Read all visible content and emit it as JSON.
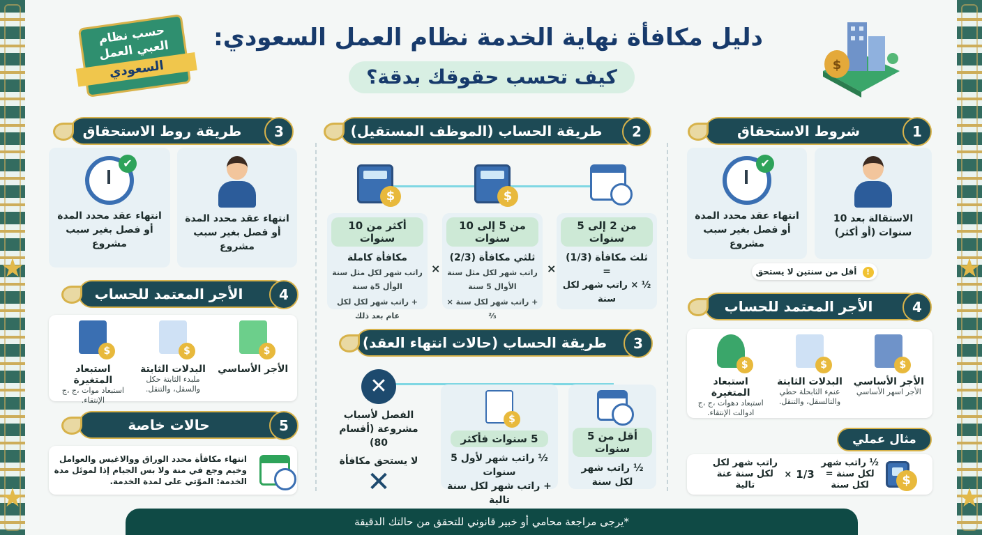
{
  "header": {
    "title": "دليل مكافأة نهاية الخدمة نظام العمل السعودي:",
    "subtitle": "كيف تحسب حقوقك بدقة؟",
    "ribbon_line1": "حسب نظام",
    "ribbon_line2": "العبي العمل",
    "ribbon_line3": "السعودي"
  },
  "section1": {
    "num": "1",
    "title": "شروط الاستحقاق",
    "card_right": "الاستقالة بعد 10 سنوات (أو أكثر)",
    "card_left": "انتهاء عقد محدد المدة أو فصل بغير سبب مشروع",
    "warning": "أقل من سنتين لا يستحق"
  },
  "section4_right": {
    "num": "4",
    "title": "الأجر المعتمد للحساب",
    "items": [
      {
        "label": "الأجر الأساسي",
        "desc": "الأجر اسهر الأساسي"
      },
      {
        "label": "البدلات الثابتة",
        "desc": "عنمء الثابحلة حطي والتالسقل، والتنقل."
      },
      {
        "label": "استبعاد المتغيرة",
        "desc": "استبعاد دهوات ،ج ،ج ادوالت الإنتقاء."
      }
    ]
  },
  "example": {
    "title": "مثال عملي",
    "text_right": "½ راتب شهر لكل سنة =",
    "frac": "1/3",
    "times": "×",
    "text_left": "راتب شهر لكل لكل سنة عنة تالية",
    "tail": "لكل سنة"
  },
  "section2": {
    "num": "2",
    "title": "طريقة الحساب (الموظف المستقيل)",
    "cols": [
      {
        "head": "من 2 إلى 5 سنوات",
        "line1": "ثلث مكافأة (1/3)",
        "line2": "=",
        "line3": "½ × راتب شهر لكل سنة"
      },
      {
        "head": "من 5 إلى 10 سنوات",
        "line1": "ثلثي مكافأة (2/3)",
        "line2": "راتب شهر لكل مثل سنة الأوال 5 سنة",
        "line3": "+ راتب شهر لكل سنة × ⅔"
      },
      {
        "head": "أكثر من 10 سنوات",
        "line1": "مكافأة كاملة",
        "line2": "راتب شهر لكل مثل سنة الوأل 5ة سنة",
        "line3": "+ راتب شهر لكل لكل عام بعد ذلك"
      }
    ],
    "times": "×"
  },
  "section3_mid": {
    "num": "3",
    "title": "طريقة الحساب (حالات انتهاء العقد)",
    "cols": [
      {
        "head": "أقل من 5 سنوات",
        "line1": "½ راتب شهر لكل سنة"
      },
      {
        "head": "5 سنوات فأكثر",
        "line1": "½ راتب شهر لأول 5 سنوات",
        "line2": "+ راتب شهر لكل سنة تالية"
      },
      {
        "head": "الفصل لأسباب مشروعة (أقسام 80)",
        "line1": "لا يستحق مكافأة"
      }
    ]
  },
  "section3_left": {
    "num": "3",
    "title": "طريقة روط الاستحقاق",
    "card_right": "انتهاء عقد محدد المدة أو فصل بغير سبب مشروع",
    "card_left": "انتهاء عقد محدد المدة أو فصل بغير سبب مشروع"
  },
  "section4_left": {
    "num": "4",
    "title": "الأجر المعتمد للحساب",
    "items": [
      {
        "label": "الأجر الأساسي",
        "desc": ""
      },
      {
        "label": "البدلات الثابتة",
        "desc": "ملبدء الثابتة حكل والسقل، والتنقل."
      },
      {
        "label": "استبعاد المتغيرة",
        "desc": "استبعاد موات ،ج ،ج الإنتقاء."
      }
    ]
  },
  "section5": {
    "num": "5",
    "title": "حالات خاصة",
    "text": "انتهاء مكافأة محدد الوراق ووالاغيس والعوامل وخيم وجع في منة ولا بس الجيام إذا لموئل مدة الخدمة: الموّتي على لمدة الخدمة."
  },
  "footer": {
    "text": "*يرجى مراجعة محامي أو خبير قانوني للتحقق من حالتك الدقيقة"
  },
  "colors": {
    "banner": "#1d4a55",
    "gold": "#d7b24a",
    "title": "#173a6b",
    "footer": "#0f4a45"
  }
}
